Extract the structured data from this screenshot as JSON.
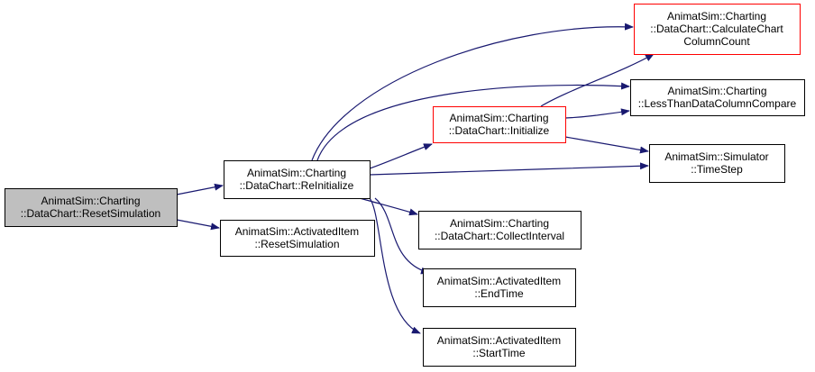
{
  "colors": {
    "edge": "#191970",
    "border_normal": "#000000",
    "border_highlight": "#ff0000",
    "fill_normal": "#ffffff",
    "fill_root": "#bfbfbf"
  },
  "nodes": {
    "reset_simulation": {
      "lines": [
        "AnimatSim::Charting",
        "::DataChart::ResetSimulation"
      ],
      "style": "root"
    },
    "re_initialize": {
      "lines": [
        "AnimatSim::Charting",
        "::DataChart::ReInitialize"
      ],
      "style": "normal"
    },
    "activated_reset": {
      "lines": [
        "AnimatSim::ActivatedItem",
        "::ResetSimulation"
      ],
      "style": "normal"
    },
    "initialize": {
      "lines": [
        "AnimatSim::Charting",
        "::DataChart::Initialize"
      ],
      "style": "highlight"
    },
    "calc_column_count": {
      "lines": [
        "AnimatSim::Charting",
        "::DataChart::CalculateChart",
        "ColumnCount"
      ],
      "style": "highlight"
    },
    "less_than_compare": {
      "lines": [
        "AnimatSim::Charting",
        "::LessThanDataColumnCompare"
      ],
      "style": "normal"
    },
    "time_step": {
      "lines": [
        "AnimatSim::Simulator",
        "::TimeStep"
      ],
      "style": "normal"
    },
    "collect_interval": {
      "lines": [
        "AnimatSim::Charting",
        "::DataChart::CollectInterval"
      ],
      "style": "normal"
    },
    "end_time": {
      "lines": [
        "AnimatSim::ActivatedItem",
        "::EndTime"
      ],
      "style": "normal"
    },
    "start_time": {
      "lines": [
        "AnimatSim::ActivatedItem",
        "::StartTime"
      ],
      "style": "normal"
    }
  },
  "edges": [
    {
      "from": "reset_simulation",
      "to": "re_initialize"
    },
    {
      "from": "reset_simulation",
      "to": "activated_reset"
    },
    {
      "from": "re_initialize",
      "to": "calc_column_count"
    },
    {
      "from": "re_initialize",
      "to": "less_than_compare"
    },
    {
      "from": "re_initialize",
      "to": "initialize"
    },
    {
      "from": "re_initialize",
      "to": "time_step"
    },
    {
      "from": "re_initialize",
      "to": "collect_interval"
    },
    {
      "from": "re_initialize",
      "to": "end_time"
    },
    {
      "from": "re_initialize",
      "to": "start_time"
    },
    {
      "from": "initialize",
      "to": "calc_column_count"
    },
    {
      "from": "initialize",
      "to": "less_than_compare"
    },
    {
      "from": "initialize",
      "to": "time_step"
    }
  ]
}
